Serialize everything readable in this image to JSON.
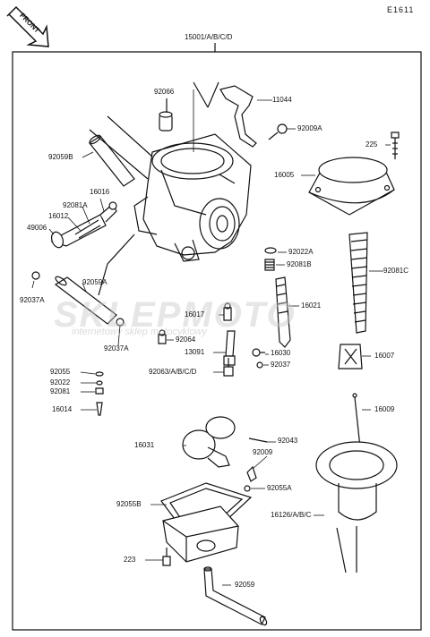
{
  "page_code": "E1611",
  "front_label": "FRONT",
  "assembly_label": "15001/A/B/C/D",
  "watermark": {
    "brand": "SKLEPMOTO",
    "sub": "internetowy sklep motocyklowy"
  },
  "parts": {
    "p11044": "11044",
    "p92066": "92066",
    "p92009A": "92009A",
    "p225": "225",
    "p92059B": "92059B",
    "p16005": "16005",
    "p16016": "16016",
    "p92081A": "92081A",
    "p16012": "16012",
    "p49006": "49006",
    "p92022A": "92022A",
    "p92081B": "92081B",
    "p92081C": "92081C",
    "p92059A": "92059A",
    "p92037A_1": "92037A",
    "p16021": "16021",
    "p16017": "16017",
    "p92064": "92064",
    "p92037A_2": "92037A",
    "p13091": "13091",
    "p16030": "16030",
    "p92037": "92037",
    "p16007": "16007",
    "p92055": "92055",
    "p92022": "92022",
    "p92081": "92081",
    "p92063": "92063/A/B/C/D",
    "p16014": "16014",
    "p16009": "16009",
    "p16031": "16031",
    "p92043": "92043",
    "p92009": "92009",
    "p92055A": "92055A",
    "p92055B": "92055B",
    "p16126": "16126/A/B/C",
    "p223": "223",
    "p92059": "92059"
  }
}
